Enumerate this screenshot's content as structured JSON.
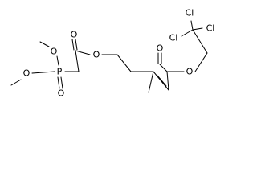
{
  "molecule": {
    "atoms": {
      "o_methoxy_top": "O",
      "o_methoxy_left": "O",
      "p_phosphorus": "P",
      "o_phosphoryl": "O",
      "o_carbonyl_left": "O",
      "o_ester_left": "O",
      "o_carbonyl_right": "O",
      "o_ester_right": "O",
      "cl_left": "Cl",
      "cl_right": "Cl",
      "cl_bottom": "Cl"
    }
  },
  "colors": {
    "bond": "#000000",
    "label": "#000000",
    "background": "#ffffff"
  }
}
